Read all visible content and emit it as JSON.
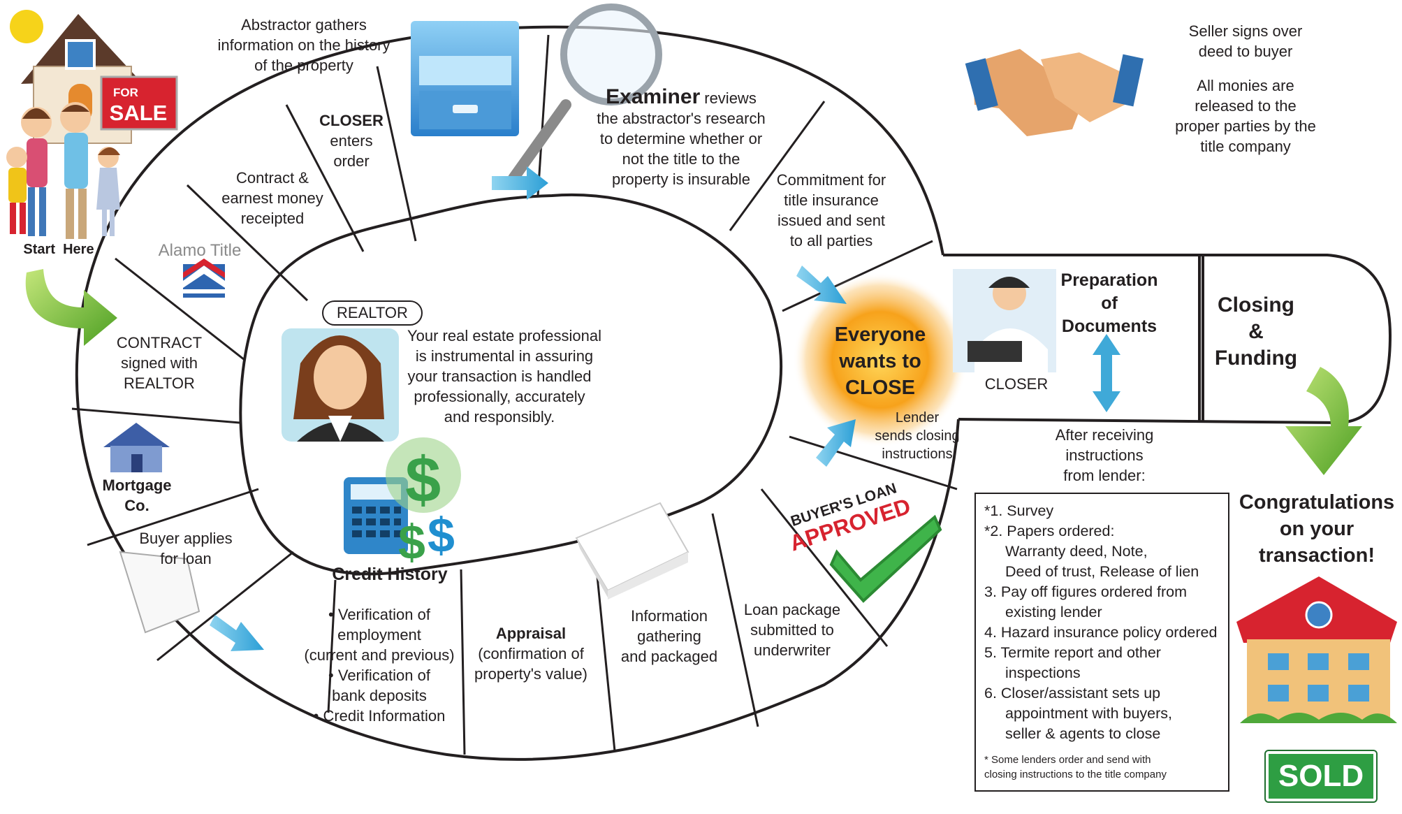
{
  "start": {
    "sign_top": "FOR",
    "sign_bottom": "SALE",
    "label": "Start  Here"
  },
  "ring": {
    "contract_signed": [
      "CONTRACT",
      "signed with",
      "REALTOR"
    ],
    "alamo_title": "Alamo Title",
    "earnest_money": [
      "Contract &",
      "earnest money",
      "receipted"
    ],
    "closer_order": {
      "title": "CLOSER",
      "lines": [
        "enters",
        "order"
      ]
    },
    "abstractor": [
      "Abstractor gathers",
      "information on the history",
      "of the property"
    ],
    "examiner": {
      "bold": "Examiner",
      "first_rest": "reviews",
      "lines": [
        "the abstractor's research",
        "to determine whether or",
        "not the title to the",
        "property is insurable"
      ]
    },
    "commitment": [
      "Commitment for",
      "title insurance",
      "issued and sent",
      "to all parties"
    ],
    "everyone_close": [
      "Everyone",
      "wants to",
      "CLOSE"
    ],
    "lender_sends": [
      "Lender",
      "sends closing",
      "instructions"
    ],
    "loan_approved": {
      "top": "BUYER'S LOAN",
      "bottom": "APPROVED"
    },
    "loan_package": [
      "Loan package",
      "submitted to",
      "underwriter"
    ],
    "information": [
      "Information",
      "gathering",
      "and packaged"
    ],
    "appraisal": {
      "title": "Appraisal",
      "lines": [
        "(confirmation of",
        "property's value)"
      ]
    },
    "verification": [
      "• Verification of",
      "employment",
      "(current and previous)",
      "• Verification of",
      "bank deposits",
      "• Credit Information"
    ],
    "buyer_applies": [
      "Buyer applies",
      "for loan"
    ],
    "mortgage_co": [
      "Mortgage",
      "Co."
    ]
  },
  "center": {
    "realtor_label": "REALTOR",
    "realtor_text": [
      "Your real estate professional",
      "is instrumental in assuring",
      "your transaction is handled",
      "professionally,  accurately",
      "and responsibly."
    ],
    "credit_history": "Credit History"
  },
  "extension": {
    "preparation": [
      "Preparation",
      "of",
      "Documents"
    ],
    "closer_label": "CLOSER",
    "closing_funding": [
      "Closing",
      "&",
      "Funding"
    ],
    "after_receiving": [
      "After receiving",
      "instructions",
      "from lender:"
    ]
  },
  "seller": {
    "line1": [
      "Seller signs over",
      "deed to buyer"
    ],
    "line2": [
      "All monies are",
      "released to the",
      "proper parties by the",
      "title company"
    ]
  },
  "checklist": {
    "items": [
      {
        "text": "*1. Survey",
        "indent": false
      },
      {
        "text": "*2. Papers ordered:",
        "indent": false
      },
      {
        "text": "Warranty deed, Note,",
        "indent": true
      },
      {
        "text": "Deed of trust, Release of lien",
        "indent": true
      },
      {
        "text": "3. Pay off figures ordered from",
        "indent": false
      },
      {
        "text": "existing lender",
        "indent": true
      },
      {
        "text": "4. Hazard insurance policy ordered",
        "indent": false
      },
      {
        "text": "5. Termite report and other",
        "indent": false
      },
      {
        "text": "inspections",
        "indent": true
      },
      {
        "text": "6. Closer/assistant sets up",
        "indent": false
      },
      {
        "text": "appointment with buyers,",
        "indent": true
      },
      {
        "text": "seller & agents to close",
        "indent": true
      }
    ],
    "note": [
      "* Some lenders order and send with",
      "closing instructions to the title company"
    ]
  },
  "congrats": [
    "Congratulations",
    "on your",
    "transaction!"
  ],
  "sold_sign": "SOLD",
  "colors": {
    "accent_blue": "#3fa9d8",
    "green": "#5aaa2e",
    "red": "#d7232f",
    "orange": "#f7a21b"
  }
}
